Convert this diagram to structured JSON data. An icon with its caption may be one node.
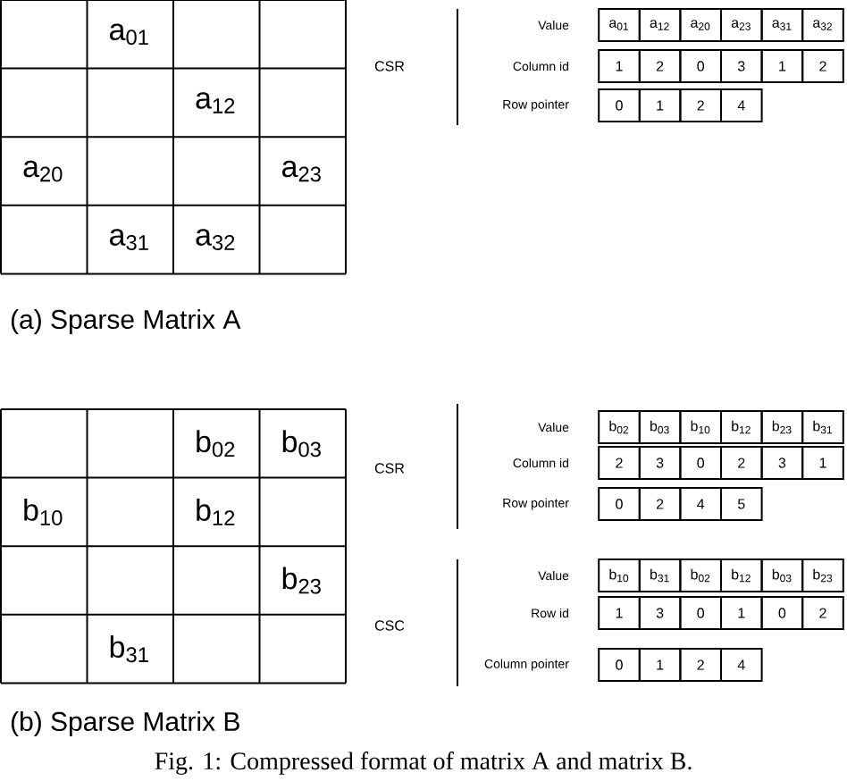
{
  "diagram": {
    "caption": "Fig. 1: Compressed format of matrix A and matrix B.",
    "labels": [
      "a$_{01}$",
      "a$_{12}$",
      "a$_{20}$",
      "a$_{23}$",
      "a$_{31}$",
      "a$_{32}$",
      "CSR",
      "Value",
      "a$_{01}$",
      "a$_{12}$",
      "a$_{20}$",
      "a$_{23}$",
      "a$_{31}$",
      "a$_{32}$",
      "Column id",
      "1",
      "2",
      "0",
      "3",
      "1",
      "2",
      "Row pointer",
      "0",
      "1",
      "2",
      "4",
      "(a) Sparse  Matrix A",
      "b$_{02}$",
      "b$_{03}$",
      "b$_{10}$",
      "b$_{12}$",
      "b$_{23}$",
      "b$_{31}$",
      "CSR",
      "Value",
      "b$_{02}$",
      "b$_{03}$",
      "b$_{10}$",
      "b$_{12}$",
      "b$_{23}$",
      "b$_{31}$",
      "Column id",
      "2",
      "3",
      "0",
      "2",
      "3",
      "1",
      "Row pointer",
      "0",
      "2",
      "4",
      "5",
      "CSC",
      "Value",
      "b$_{10}$",
      "b$_{31}$",
      "b$_{02}$",
      "b$_{12}$",
      "b$_{03}$",
      "b$_{23}$",
      "Row id",
      "1",
      "3",
      "0",
      "1",
      "0",
      "2",
      "Column pointer",
      "0",
      "1",
      "2",
      "4",
      "(b) Sparse Matrix B"
    ]
  }
}
